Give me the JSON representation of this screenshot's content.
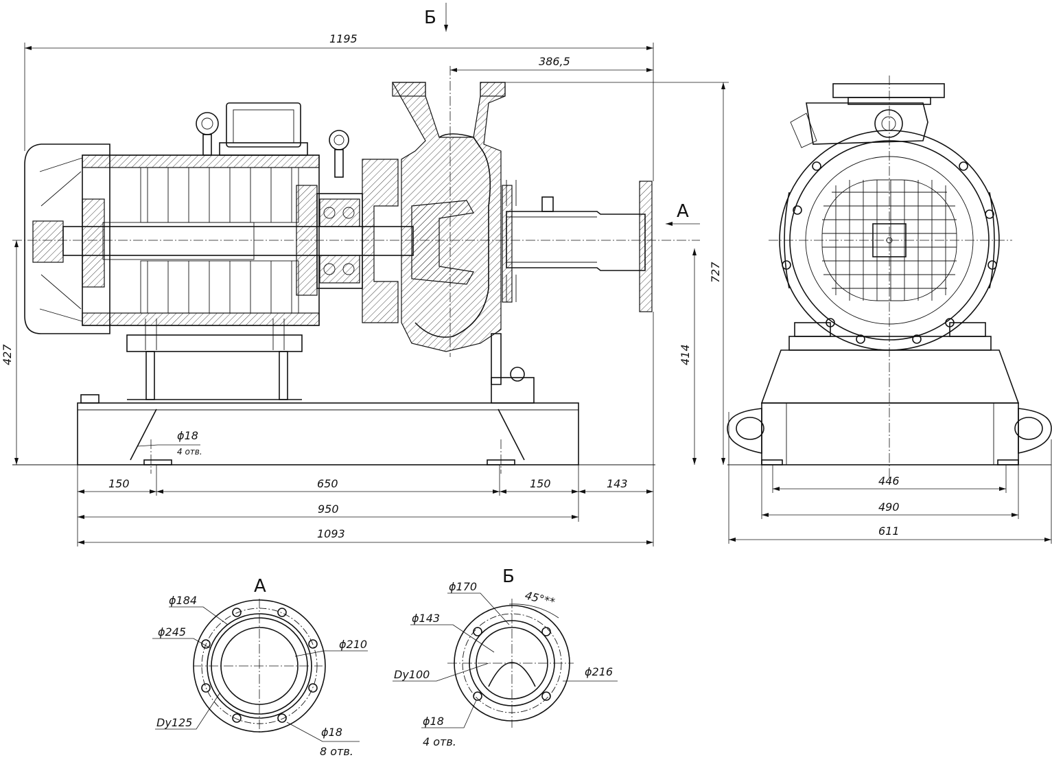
{
  "drawing": {
    "dims": {
      "overall_length": "1195",
      "outlet_offset": "386,5",
      "total_height": "727",
      "base_height": "427",
      "axis_height": "414",
      "hole_diameter": "ϕ18",
      "hole_count_base": "4 отв.",
      "base_left": "150",
      "base_mid": "650",
      "base_right": "150",
      "extension": "143",
      "base_total": "950",
      "overall_bottom": "1093",
      "side_holes": "446",
      "side_base": "490",
      "side_total": "611"
    },
    "view_labels": {
      "view_b_arrow": "Б",
      "view_a_arrow": "А",
      "view_a_title": "А",
      "view_b_title": "Б"
    },
    "flange_a": {
      "d_bolt": "ϕ184",
      "d_outer": "ϕ245",
      "d_inner": "ϕ210",
      "dn": "Dy125",
      "hole": "ϕ18",
      "holes": "8 отв."
    },
    "flange_b": {
      "d_bolt": "ϕ170",
      "d_inner": "ϕ143",
      "angle": "45°**",
      "dn": "Dy100",
      "d_outer": "ϕ216",
      "hole": "ϕ18",
      "holes": "4 отв."
    }
  }
}
